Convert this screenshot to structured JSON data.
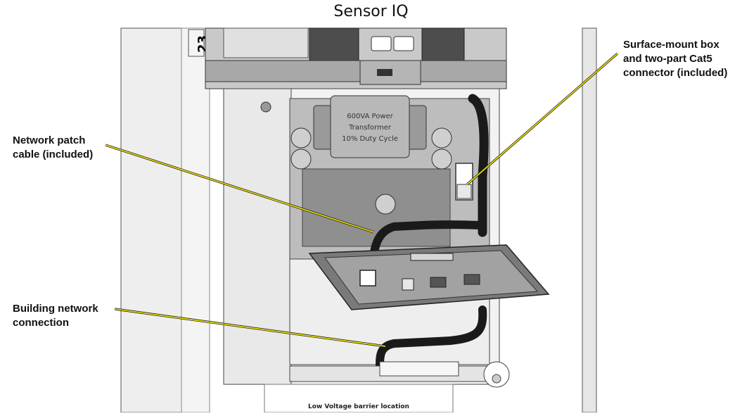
{
  "title": "Sensor IQ",
  "callouts": {
    "network_patch": "Network patch\ncable (included)",
    "building_network": "Building network\nconnection",
    "surface_mount": "Surface-mount box\nand two-part Cat5\nconnector (included)"
  },
  "illustration": {
    "transformer_label": [
      "600VA Power",
      "Transformer",
      "10% Duty Cycle"
    ],
    "side_tag": "23",
    "barrier_label": "Low Voltage barrier location"
  },
  "colors": {
    "leader_line": "#f2e600",
    "cable": "#1a1a1a",
    "panel": "#d9d9d9",
    "board": "#7a7a7a"
  }
}
